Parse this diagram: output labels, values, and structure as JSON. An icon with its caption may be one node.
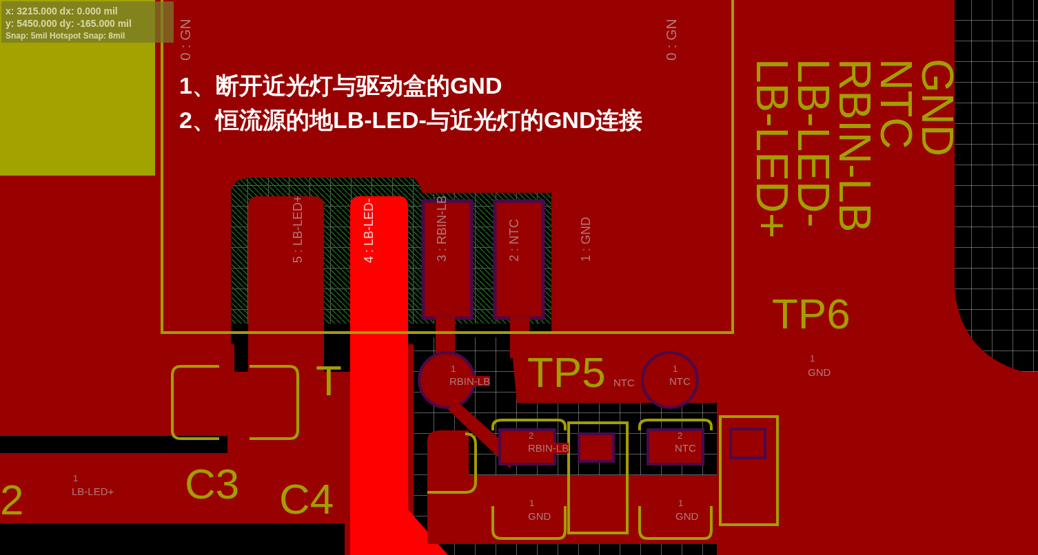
{
  "diagram": {
    "labels": [
      "x: 3215.000 dx: 0.000 mil",
      "y: 5450.000 dy: -165.000 mil",
      "Snap: 5mil Hotspot Snap: 8mil",
      "0 : GN",
      "0 : GN",
      "1、断开近光灯与驱动盒的GND",
      "2、恒流源的地LB-LED-与近光灯的GND连接",
      "GND",
      "NTC",
      "RBIN-LB",
      "LB-LED-",
      "LB-LED+",
      "5 : LB-LED+",
      "4 : LB-LED-",
      "3 : RBIN-LB",
      "2 : NTC",
      "1 : GND",
      "TP6",
      "TP5",
      "1",
      "RBIN-LB",
      "NTC",
      "1",
      "NTC",
      "1",
      "GND",
      "T",
      "2",
      "RBIN-LB",
      "2",
      "NTC",
      "C3",
      "1",
      "GND",
      "1",
      "GND",
      "2",
      "1",
      "LB-LED+",
      "C4"
    ]
  }
}
